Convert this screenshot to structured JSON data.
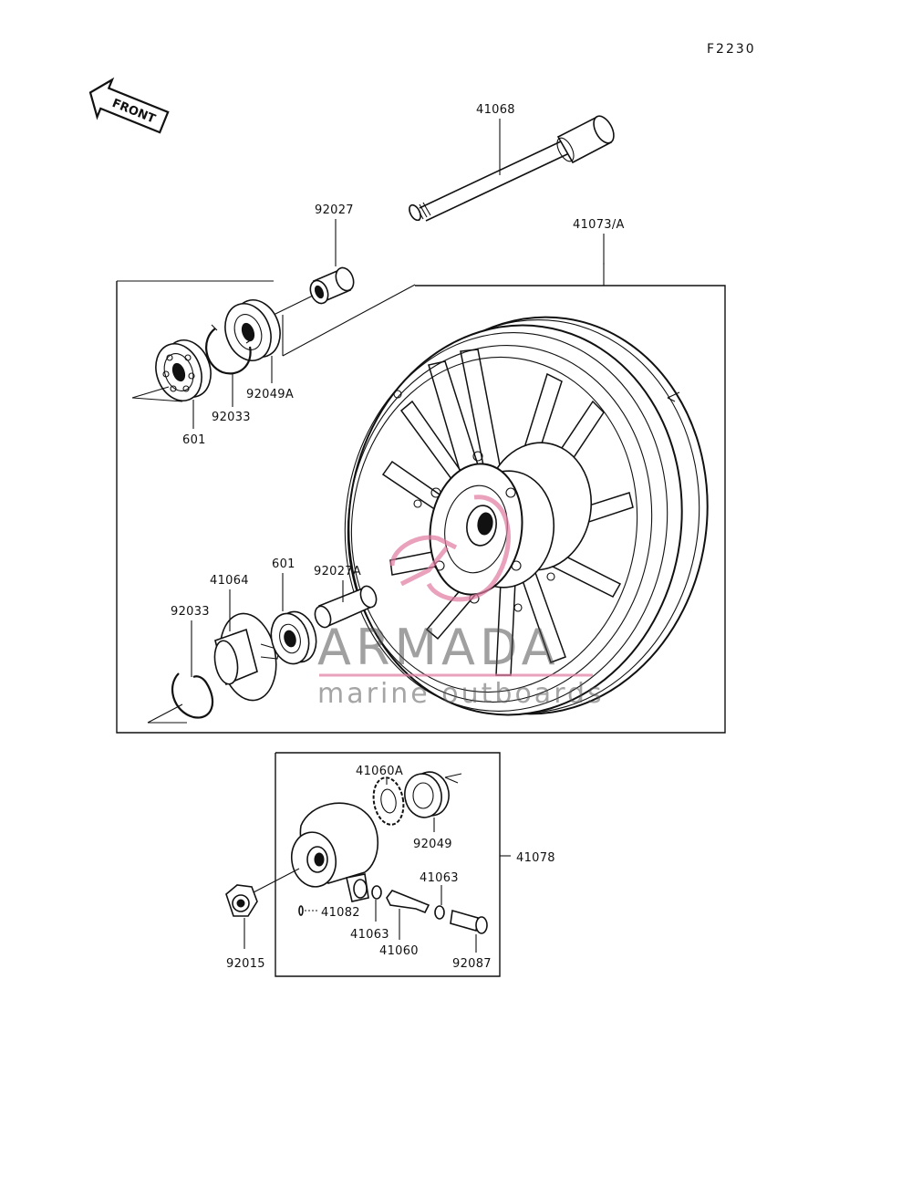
{
  "figure_code": "F2230",
  "front_arrow_label": "FRONT",
  "labels": {
    "axle": "41068",
    "wheel": "41073/A",
    "collar_top": "92027",
    "bearing_top": "92049A",
    "circlip_top": "92033",
    "bearing_601_top": "601",
    "hub_plate": "41064",
    "bearing_601_mid": "601",
    "collar_mid": "92027A",
    "circlip_mid": "92033",
    "gear": "41060A",
    "seal": "92049",
    "gearbox_assy": "41078",
    "washer_right": "41063",
    "pin": "41082",
    "washer_left": "41063",
    "gear_shaft": "41060",
    "bushing": "92087",
    "nut": "92015"
  },
  "watermark": {
    "brand": "ARMADA",
    "tagline": "marine outboards",
    "accent_color": "#e07aa0"
  }
}
